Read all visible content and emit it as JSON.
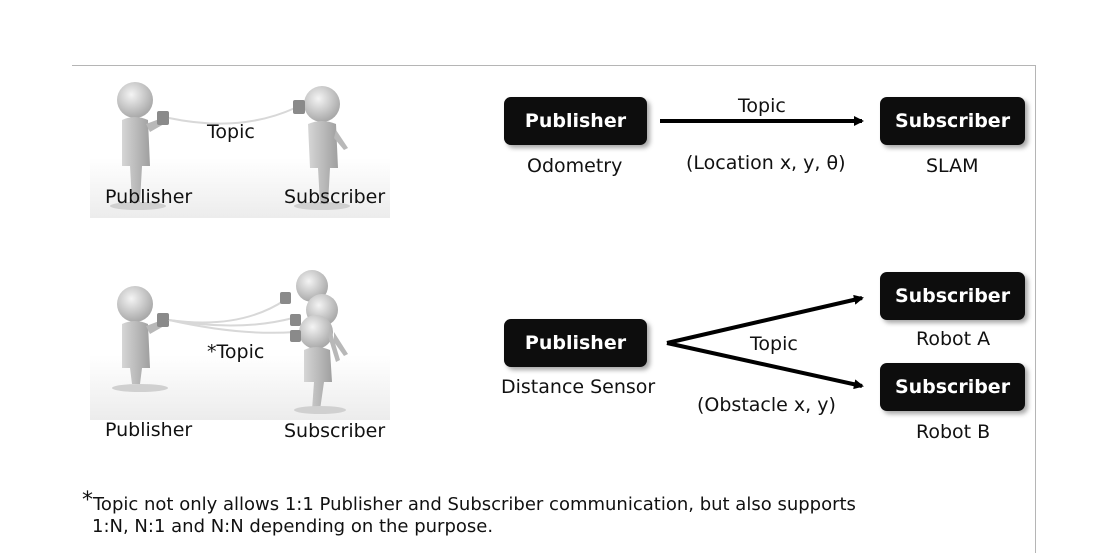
{
  "scene_top": {
    "publisher_label": "Publisher",
    "subscriber_label": "Subscriber",
    "topic_label": "Topic"
  },
  "scene_bottom": {
    "publisher_label": "Publisher",
    "subscriber_label": "Subscriber",
    "topic_label": "*Topic"
  },
  "diagram_top": {
    "publisher": {
      "box": "Publisher",
      "caption": "Odometry"
    },
    "topic": "Topic",
    "message": "(Location x, y, θ)",
    "subscriber": {
      "box": "Subscriber",
      "caption": "SLAM"
    }
  },
  "diagram_bottom": {
    "publisher": {
      "box": "Publisher",
      "caption": "Distance Sensor"
    },
    "topic": "Topic",
    "message": "(Obstacle x, y)",
    "subscribers": [
      {
        "box": "Subscriber",
        "caption": "Robot A"
      },
      {
        "box": "Subscriber",
        "caption": "Robot B"
      }
    ]
  },
  "footnote": {
    "star": "*",
    "line1": "Topic not only allows 1:1 Publisher and Subscriber communication, but also supports",
    "line2": "1:N, N:1 and N:N depending on the purpose."
  }
}
